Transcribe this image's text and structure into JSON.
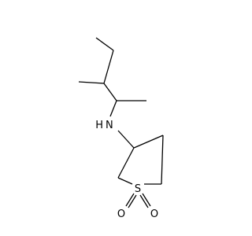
{
  "molecule": {
    "atoms": {
      "nitrogen": {
        "element": "N",
        "label": "H",
        "label_suffix": "N"
      },
      "sulfur": {
        "element": "S",
        "label": "S"
      },
      "oxygen_left": {
        "element": "O",
        "label": "O"
      },
      "oxygen_right": {
        "element": "O",
        "label": "O"
      }
    },
    "colors": {
      "bond": "#000000",
      "background": "#ffffff"
    }
  }
}
